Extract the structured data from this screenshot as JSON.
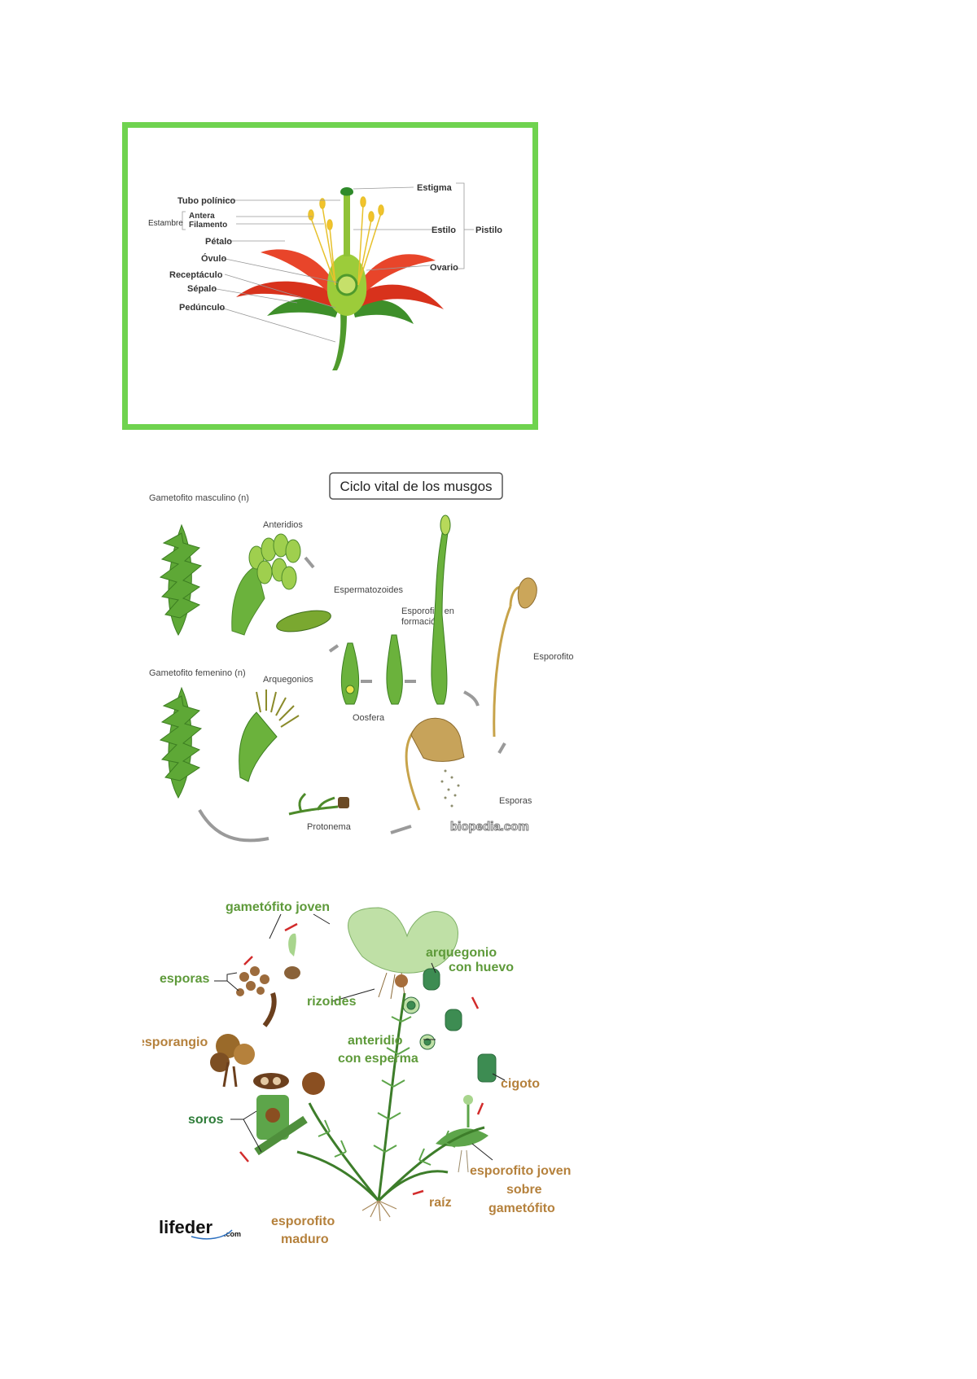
{
  "flower": {
    "border_color": "#6fd34f",
    "labels": {
      "tubo": "Tubo polínico",
      "antera": "Antera",
      "filamento": "Filamento",
      "estambre": "Estambre",
      "petalo": "Pétalo",
      "ovulo": "Óvulo",
      "receptaculo": "Receptáculo",
      "sepalo": "Sépalo",
      "pedunculo": "Pedúnculo",
      "estigma": "Estigma",
      "estilo": "Estilo",
      "pistilo": "Pistilo",
      "ovario": "Ovario"
    }
  },
  "moss": {
    "title": "Ciclo vital de los musgos",
    "labels": {
      "gam_masc": "Gametofito masculino (n)",
      "anteridios": "Anteridios",
      "espermatozoides": "Espermatozoides",
      "esporofito_form": "Esporofito en",
      "esporofito_form2": "formación",
      "esporofito": "Esporofito",
      "gam_fem": "Gametofito femenino (n)",
      "arquegonios": "Arquegonios",
      "oosfera": "Oosfera",
      "esporas": "Esporas",
      "protonema": "Protonema",
      "watermark": "biopedia.com"
    }
  },
  "fern": {
    "labels": {
      "gametofito_joven": "gametófito joven",
      "esporas": "esporas",
      "arquegonio": "arquegonio",
      "con_huevo": "con huevo",
      "rizoides": "rizoides",
      "anteridio": "anteridio",
      "con_esperma": "con esperma",
      "esporangio": "esporangio",
      "cigoto": "cigoto",
      "soros": "soros",
      "esporofito_joven": "esporofito joven",
      "sobre": "sobre",
      "gametofito": "gametófito",
      "raiz": "raíz",
      "esporofito": "esporofito",
      "maduro": "maduro",
      "logo": "lifeder",
      "logo_suffix": ".com"
    }
  }
}
